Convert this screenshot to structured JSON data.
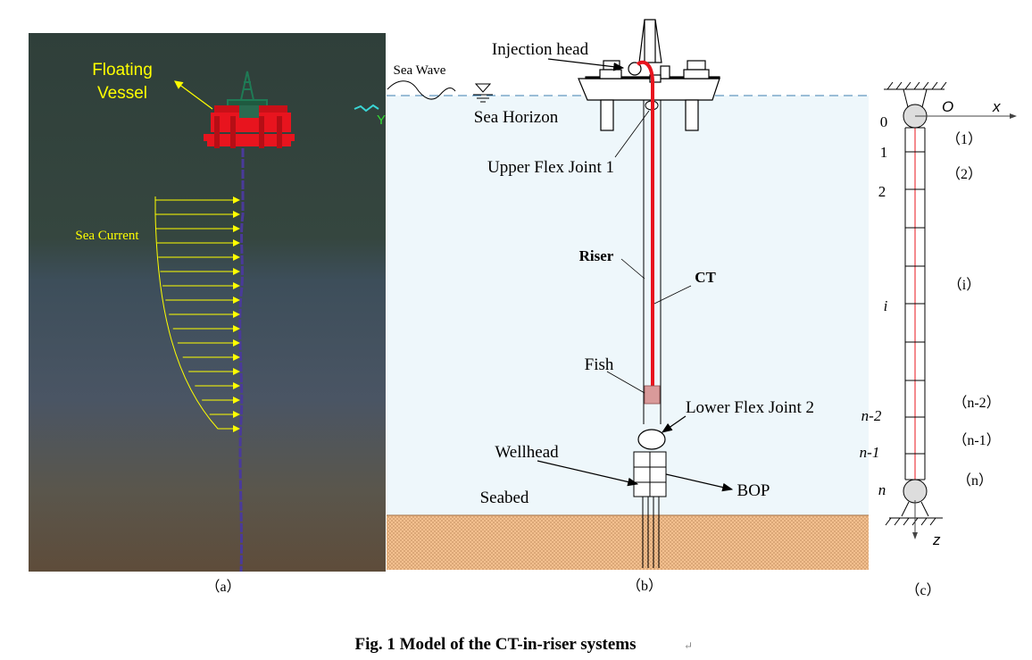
{
  "panel_a": {
    "vessel_label_line1": "Floating",
    "vessel_label_line2": "Vessel",
    "current_label": "Sea Current",
    "axis_marker": "Y",
    "caption": "（a）",
    "colors": {
      "vessel": "#e8141e",
      "annotation": "#ffff00",
      "riser": "#4a3a9a"
    }
  },
  "panel_b": {
    "injection_head": "Injection head",
    "sea_wave": "Sea Wave",
    "sea_horizon": "Sea Horizon",
    "upper_flex_joint": "Upper Flex Joint 1",
    "riser": "Riser",
    "ct": "CT",
    "fish": "Fish",
    "lower_flex_joint": "Lower Flex Joint 2",
    "wellhead": "Wellhead",
    "bop": "BOP",
    "seabed": "Seabed",
    "caption": "（b）",
    "colors": {
      "water": "#eef7fb",
      "seabed": "#f3c08f",
      "ct": "#e8141e",
      "fish": "#d99a9a"
    }
  },
  "panel_c": {
    "origin": "O",
    "x_axis": "x",
    "z_axis": "z",
    "node_labels": [
      "0",
      "1",
      "2",
      "i",
      "n-2",
      "n-1",
      "n"
    ],
    "element_labels": [
      "（1）",
      "（2）",
      "（i）",
      "（n-2）",
      "（n-1）",
      "（n）"
    ],
    "caption": "（c）"
  },
  "figure_caption": "Fig. 1 Model of the CT-in-riser systems",
  "caption_mark": "↵"
}
